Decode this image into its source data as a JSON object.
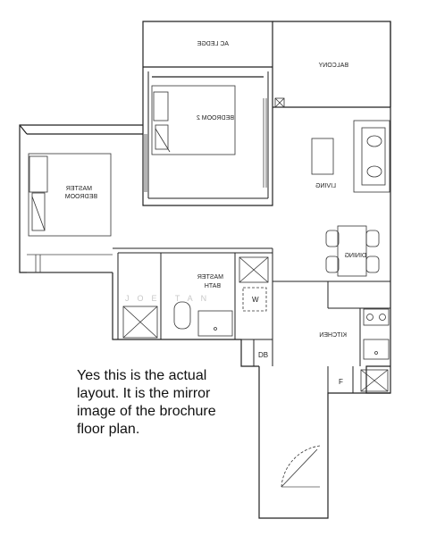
{
  "rooms": {
    "ac_ledge": "AC LEDGE",
    "balcony": "BALCONY",
    "bedroom2": "BEDROOM 2",
    "master_bedroom": [
      "MASTER",
      "BEDROOM"
    ],
    "living": "LIVING",
    "dining": "DINING",
    "master_bath": [
      "MASTER",
      "BATH"
    ],
    "kitchen": "KITCHEN",
    "w": "W",
    "db": "DB",
    "f": "F"
  },
  "watermark": "JOE TAN",
  "caption": [
    "Yes this is the actual",
    "layout. It is the mirror",
    "image of the brochure",
    "floor plan."
  ]
}
